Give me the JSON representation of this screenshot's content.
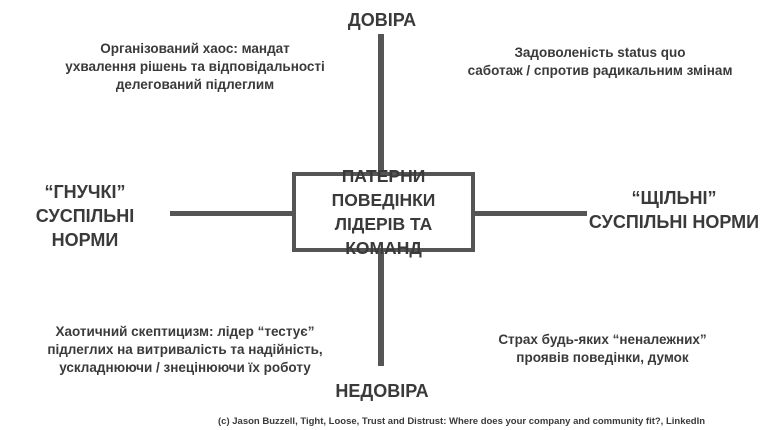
{
  "axes": {
    "top": "ДОВІРА",
    "bottom": "НЕДОВІРА",
    "left": "“ГНУЧКІ”\nСУСПІЛЬНІ НОРМИ",
    "right": "“ЩІЛЬНІ”\nСУСПІЛЬНІ НОРМИ"
  },
  "center": "ПАТЕРНИ\nПОВЕДІНКИ\nЛІДЕРІВ ТА КОМАНД",
  "quadrants": {
    "top_left": "Організований хаос: мандат\nухвалення рішень та відповідальності\nделегований підлеглим",
    "top_right": "Задоволеність status quo\nсаботаж / спротив радикальним змінам",
    "bottom_left": "Хаотичний скептицизм: лідер “тестує”\nпідлеглих на витривалість та надійність,\nускладнюючи / знецінюючи їх роботу",
    "bottom_right": "Страх будь-яких “неналежних”\nпроявів поведінки, думок"
  },
  "credit": "(c) Jason Buzzell, Tight, Loose, Trust and Distrust: Where does your company and community fit?, LinkedIn"
}
